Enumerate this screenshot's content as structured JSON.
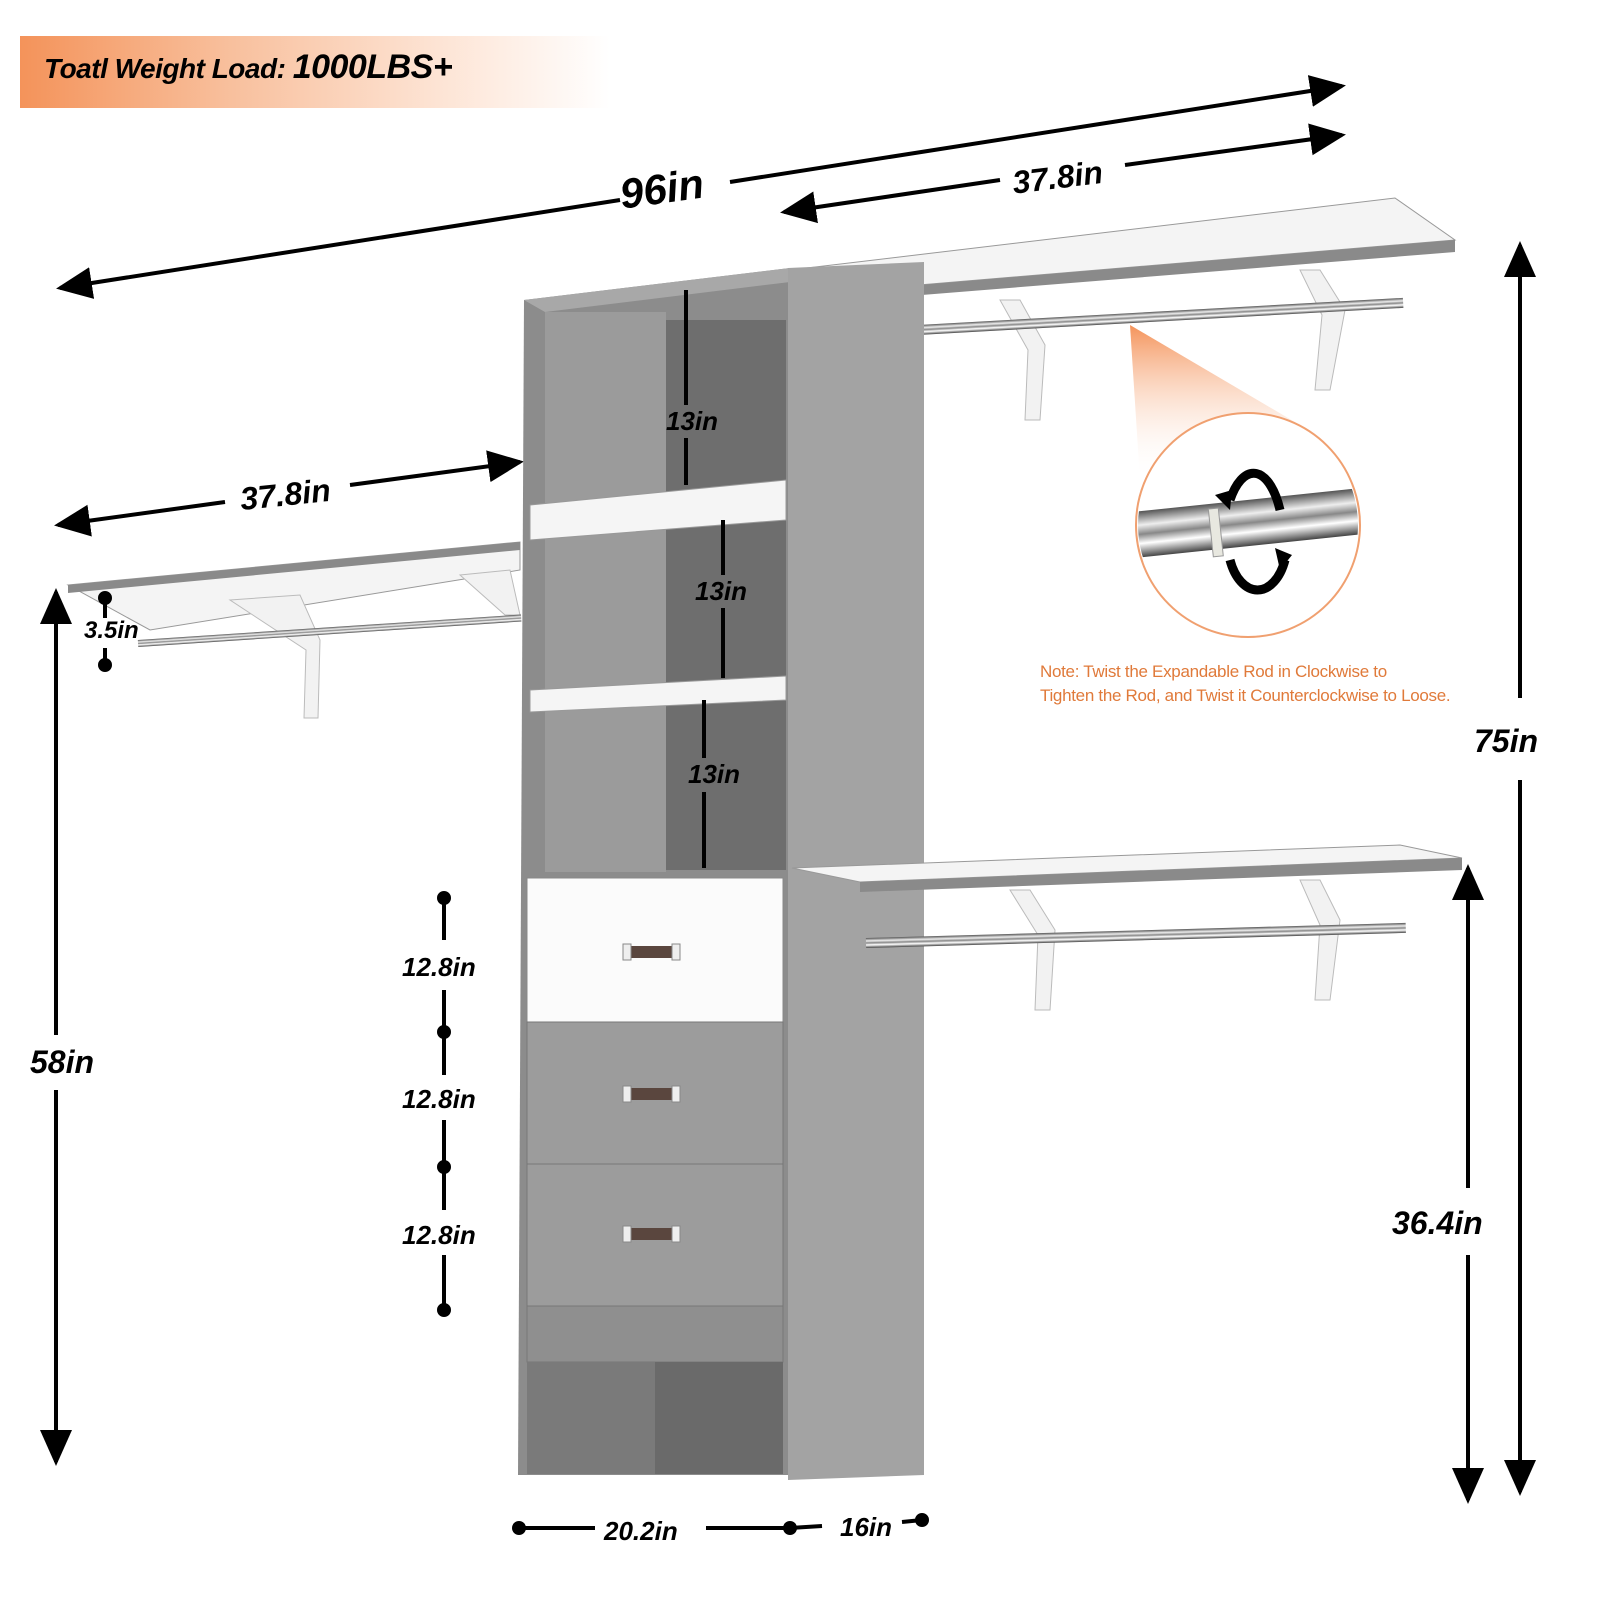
{
  "banner": {
    "label": "Toatl Weight Load:",
    "value": "1000LBS+",
    "gradient_start": "#f4935a"
  },
  "dimensions": {
    "total_width": "96in",
    "top_right_shelf_width": "37.8in",
    "left_shelf_width": "37.8in",
    "shelf_to_rod_gap": "3.5in",
    "tower_shelf_spacing_1": "13in",
    "tower_shelf_spacing_2": "13in",
    "tower_shelf_spacing_3": "13in",
    "drawer_height_1": "12.8in",
    "drawer_height_2": "12.8in",
    "drawer_height_3": "12.8in",
    "left_shelf_height": "58in",
    "total_height": "75in",
    "lower_right_shelf_height": "36.4in",
    "tower_width": "20.2in",
    "tower_depth": "16in"
  },
  "note": {
    "line1": "Note: Twist the Expandable Rod in Clockwise to",
    "line2": "Tighten the Rod, and Twist it Counterclockwise to Loose.",
    "color": "#e07a3a"
  },
  "detail_callout": {
    "icon": "rotate-arrows-icon",
    "subject": "expandable rod"
  },
  "colors": {
    "cabinet_gray": "#9a9a9a",
    "cabinet_dark": "#7d7d7d",
    "shelf_white": "#f4f4f4",
    "accent_orange": "#f4935a"
  }
}
